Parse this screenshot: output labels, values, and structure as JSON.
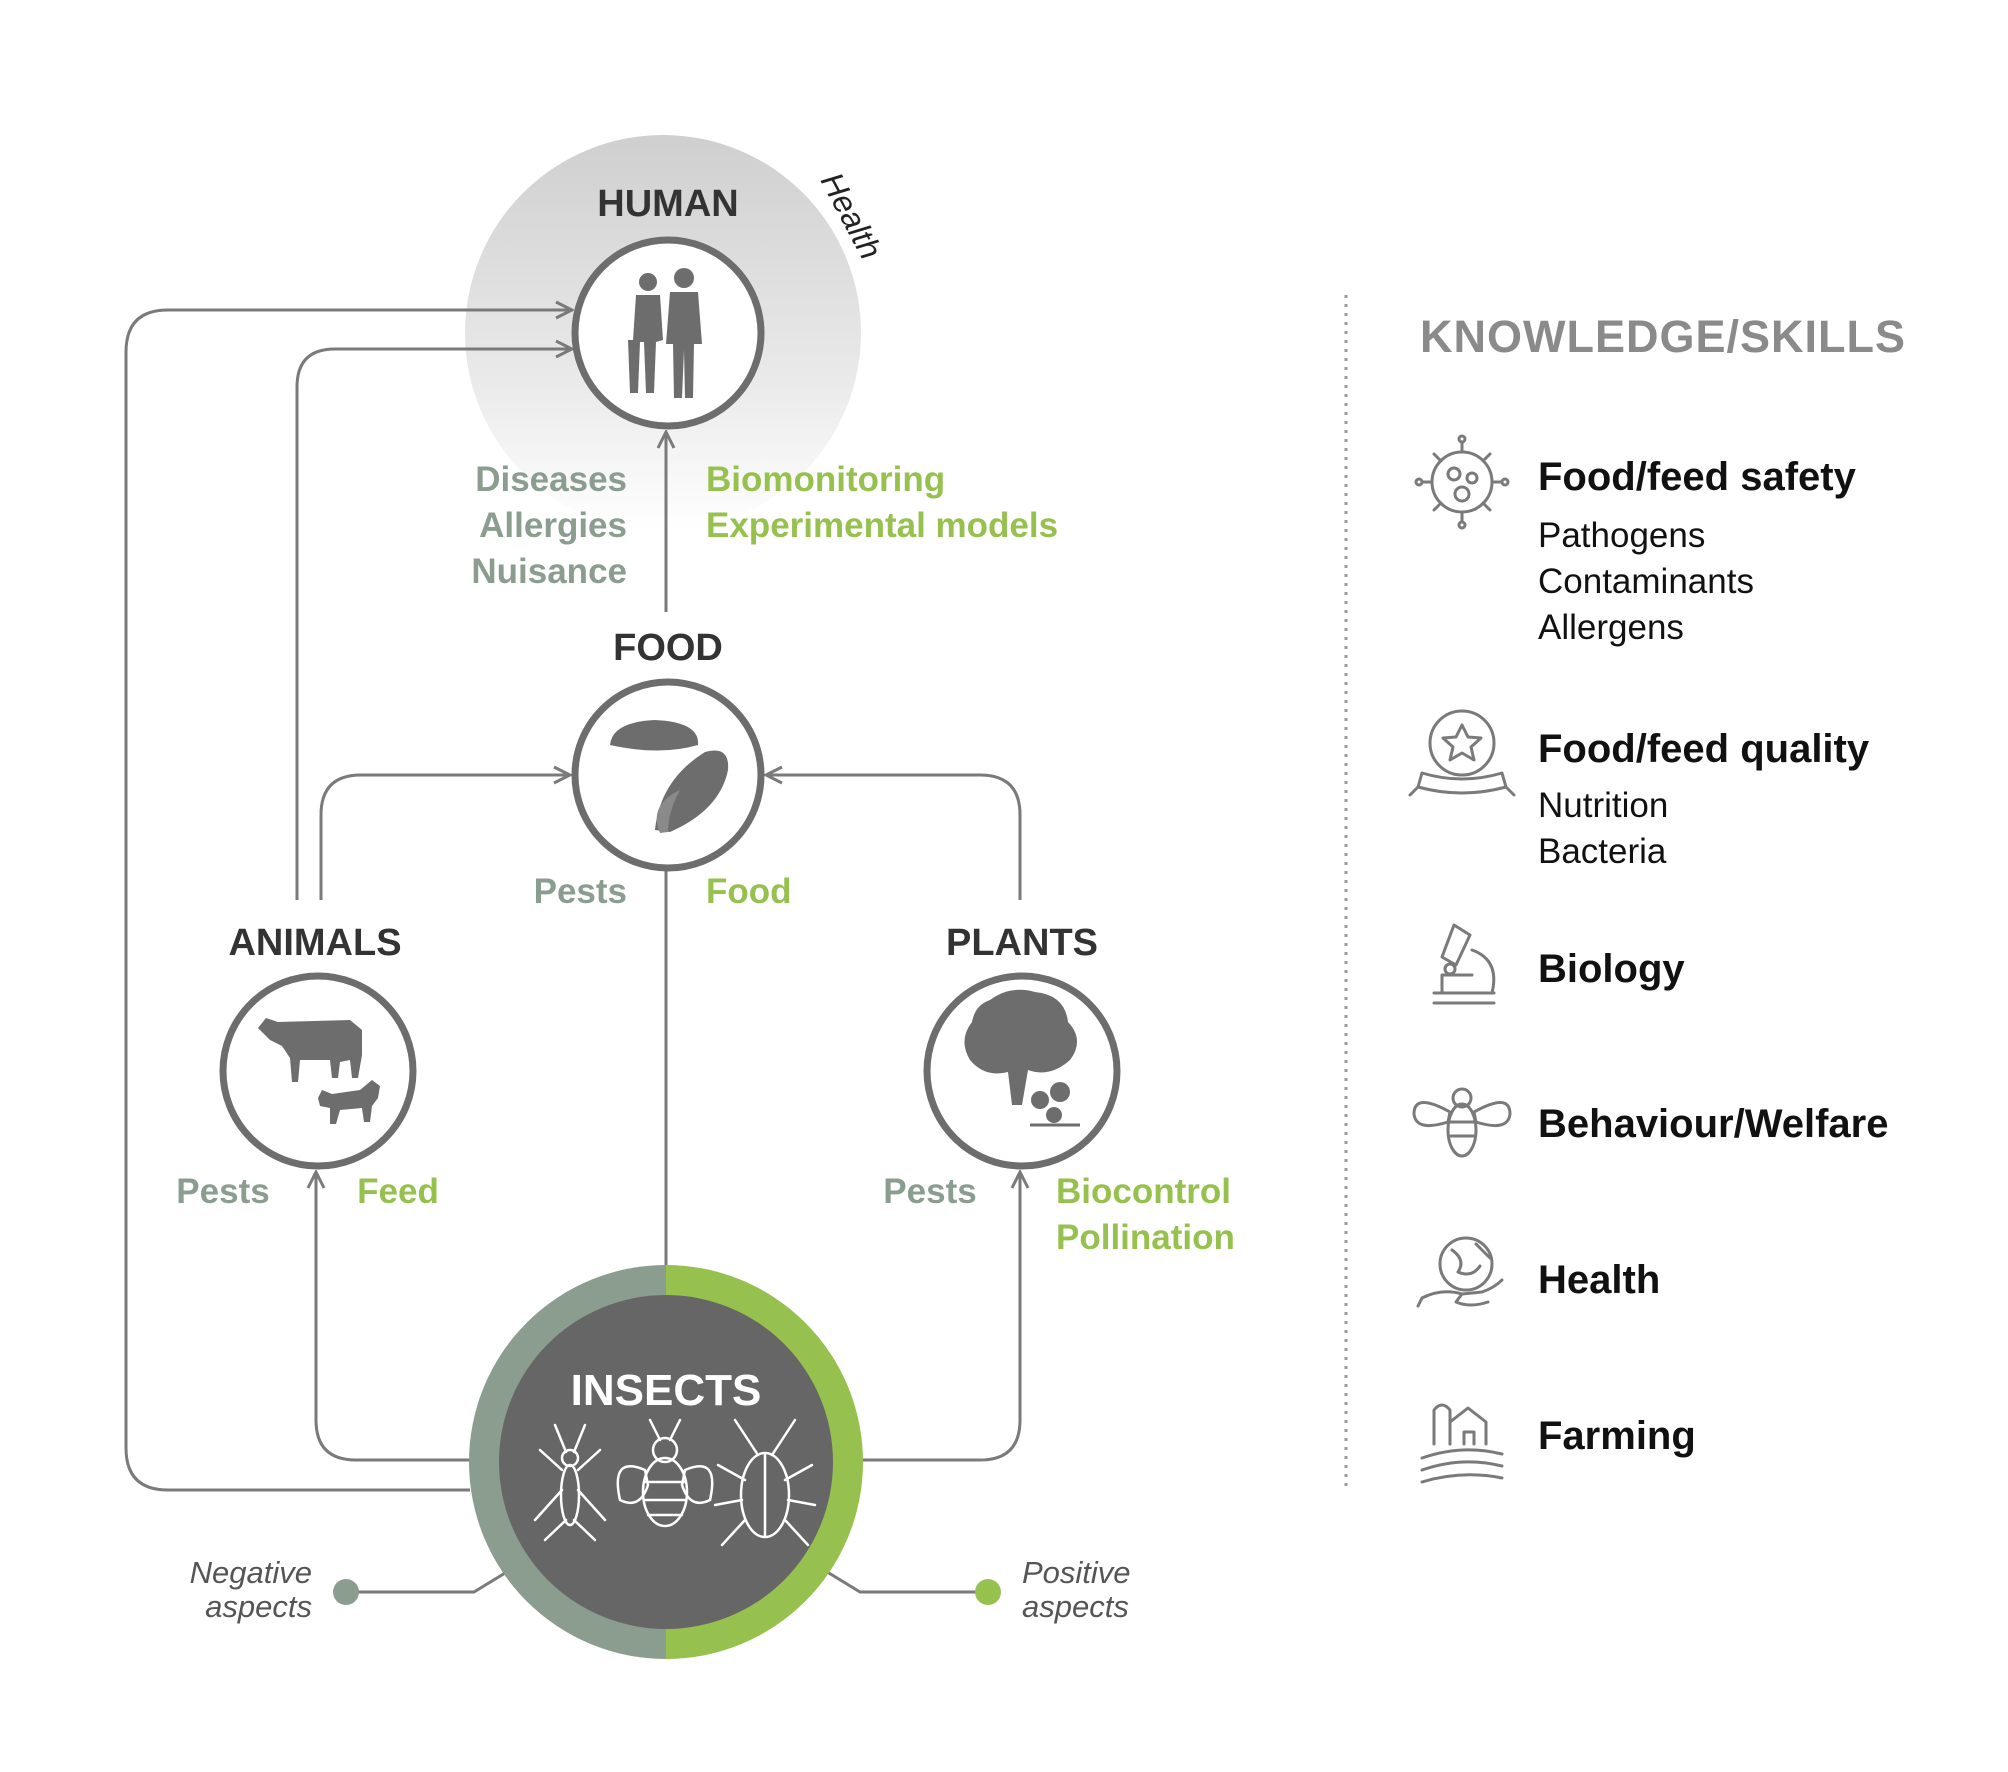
{
  "nodes": {
    "human": {
      "title": "HUMAN",
      "halo_label": "Health"
    },
    "food": {
      "title": "FOOD"
    },
    "animals": {
      "title": "ANIMALS"
    },
    "plants": {
      "title": "PLANTS"
    },
    "insects": {
      "title": "INSECTS"
    }
  },
  "edges": {
    "food_to_human": {
      "negative": [
        "Diseases",
        "Allergies",
        "Nuisance"
      ],
      "positive": [
        "Biomonitoring",
        "Experimental models"
      ]
    },
    "insects_to_food": {
      "negative": "Pests",
      "positive": "Food"
    },
    "insects_to_animals": {
      "negative": "Pests",
      "positive": "Feed"
    },
    "insects_to_plants": {
      "negative": "Pests",
      "positive": [
        "Biocontrol",
        "Pollination"
      ]
    }
  },
  "legend": {
    "negative": [
      "Negative",
      "aspects"
    ],
    "positive": [
      "Positive",
      "aspects"
    ]
  },
  "colors": {
    "negative": "#8a9d8f",
    "positive": "#96c14f",
    "insects_core": "#666666",
    "ring": "#6d6d6d"
  },
  "knowledge": {
    "title": "KNOWLEDGE/SKILLS",
    "items": [
      {
        "icon": "virus-icon",
        "heading": "Food/feed safety",
        "details": [
          "Pathogens",
          "Contaminants",
          "Allergens"
        ]
      },
      {
        "icon": "award-ribbon-icon",
        "heading": "Food/feed quality",
        "details": [
          "Nutrition",
          "Bacteria"
        ]
      },
      {
        "icon": "microscope-icon",
        "heading": "Biology",
        "details": []
      },
      {
        "icon": "bee-icon",
        "heading": "Behaviour/Welfare",
        "details": []
      },
      {
        "icon": "globe-hand-icon",
        "heading": "Health",
        "details": []
      },
      {
        "icon": "farm-icon",
        "heading": "Farming",
        "details": []
      }
    ]
  }
}
